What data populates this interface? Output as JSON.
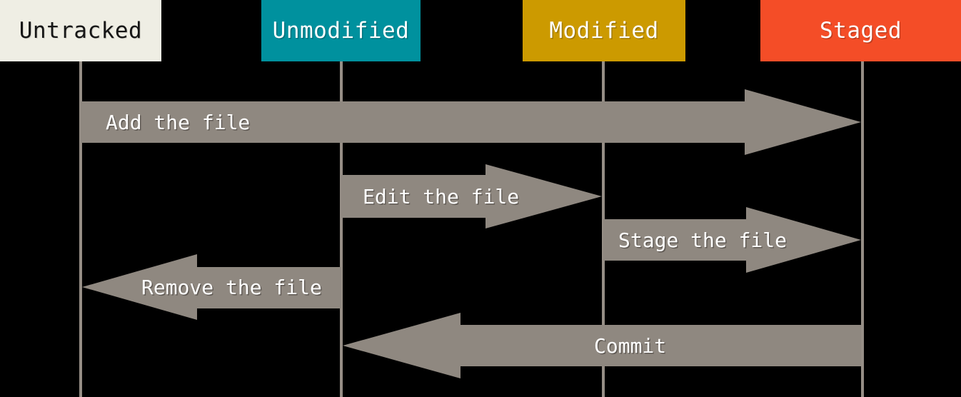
{
  "colors": {
    "background": "#000000",
    "untracked_bg": "#EFEEE4",
    "unmodified_bg": "#00919E",
    "modified_bg": "#CC9A00",
    "staged_bg": "#F44D27",
    "arrow_fill": "#8F8880",
    "lifeline": "#968E86",
    "light_text": "#FFFFFF",
    "dark_text": "#161616"
  },
  "states": [
    {
      "id": "untracked",
      "label": "Untracked"
    },
    {
      "id": "unmodified",
      "label": "Unmodified"
    },
    {
      "id": "modified",
      "label": "Modified"
    },
    {
      "id": "staged",
      "label": "Staged"
    }
  ],
  "transitions": [
    {
      "label": "Add the file",
      "from": "untracked",
      "to": "staged",
      "direction": "right"
    },
    {
      "label": "Edit the file",
      "from": "unmodified",
      "to": "modified",
      "direction": "right"
    },
    {
      "label": "Stage the file",
      "from": "modified",
      "to": "staged",
      "direction": "right"
    },
    {
      "label": "Remove the file",
      "from": "unmodified",
      "to": "untracked",
      "direction": "left"
    },
    {
      "label": "Commit",
      "from": "staged",
      "to": "unmodified",
      "direction": "left"
    }
  ]
}
